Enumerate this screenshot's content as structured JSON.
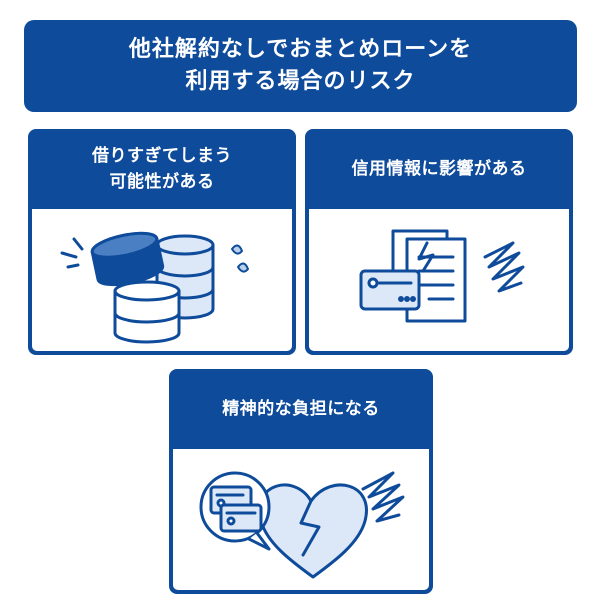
{
  "header": {
    "line1": "他社解約なしでおまとめローンを",
    "line2": "利用する場合のリスク"
  },
  "cards": [
    {
      "line1": "借りすぎてしまう",
      "line2": "可能性がある",
      "icon": "money-barrels-icon"
    },
    {
      "line1": "信用情報に影響がある",
      "icon": "credit-documents-icon"
    },
    {
      "line1": "精神的な負担になる",
      "icon": "broken-heart-icon"
    }
  ],
  "colors": {
    "primary": "#0f4b9b",
    "light_blue": "#dce8f7",
    "mid_blue": "#b9cfea",
    "white": "#ffffff"
  }
}
